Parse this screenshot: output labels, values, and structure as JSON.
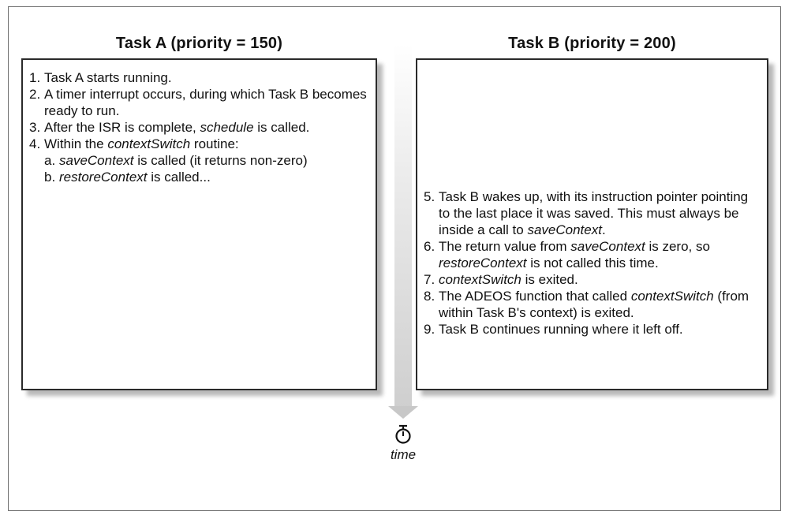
{
  "task_a": {
    "title": "Task A (priority = 150)",
    "steps": [
      {
        "num": "1.",
        "parts": [
          "Task A starts running."
        ]
      },
      {
        "num": "2.",
        "parts": [
          "A timer interrupt occurs, during which Task B becomes ready to run."
        ]
      },
      {
        "num": "3.",
        "parts": [
          "After the ISR is complete, ",
          "schedule",
          " is called."
        ]
      },
      {
        "num": "4.",
        "parts": [
          "Within the ",
          "contextSwitch",
          " routine:"
        ]
      }
    ],
    "substeps": [
      {
        "num": "a.",
        "parts": [
          "saveContext",
          " is called (it returns non-zero)"
        ]
      },
      {
        "num": "b.",
        "parts": [
          "restoreContext",
          " is called..."
        ]
      }
    ]
  },
  "task_b": {
    "title": "Task B (priority = 200)",
    "steps": [
      {
        "num": "5.",
        "parts": [
          "Task B wakes up, with its instruction pointer pointing to the last place it was saved. This must always be inside a call to ",
          "saveContext",
          "."
        ]
      },
      {
        "num": "6.",
        "parts": [
          "The return value from ",
          "saveContext",
          " is zero, so ",
          "restoreContext",
          " is not called this time."
        ]
      },
      {
        "num": "7.",
        "parts": [
          "contextSwitch",
          " is exited."
        ]
      },
      {
        "num": "8.",
        "parts": [
          "The ADEOS function that called ",
          "contextSwitch",
          " (from within Task B's context) is exited."
        ]
      },
      {
        "num": "9.",
        "parts": [
          "Task B continues running where it left off."
        ]
      }
    ]
  },
  "timeline": {
    "label": "time",
    "icon": "stopwatch-icon"
  }
}
